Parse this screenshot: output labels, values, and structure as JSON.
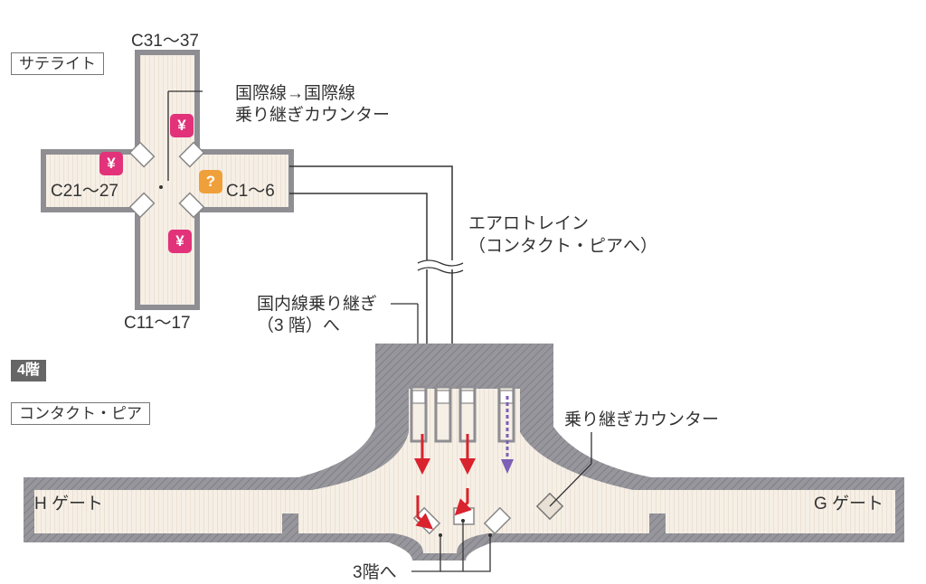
{
  "satellite": {
    "area_label": "サテライト",
    "gates_top": "C31〜37",
    "gates_left": "C21〜27",
    "gates_right": "C1〜6",
    "gates_bottom": "C11〜17",
    "transfer_counter": "国際線→国際線\n乗り継ぎカウンター"
  },
  "aerotrain": "エアロトレイン\n（コンタクト・ピアへ）",
  "domestic_transfer": "国内線乗り継ぎ\n（3 階）へ",
  "floor_badge": "4階",
  "contact_pier": {
    "area_label": "コンタクト・ピア",
    "h_gate": "H ゲート",
    "g_gate": "G ゲート",
    "transfer_counter": "乗り継ぎカウンター",
    "to_3f": "3階へ"
  },
  "icons": {
    "currency": "¥",
    "info": "?"
  },
  "colors": {
    "wall": "#8e8e93",
    "floor": "#f5ede4",
    "accent_red": "#d9232e",
    "accent_purple": "#7d5fb5",
    "currency_pink": "#e2327a",
    "info_orange": "#f0a03a"
  }
}
